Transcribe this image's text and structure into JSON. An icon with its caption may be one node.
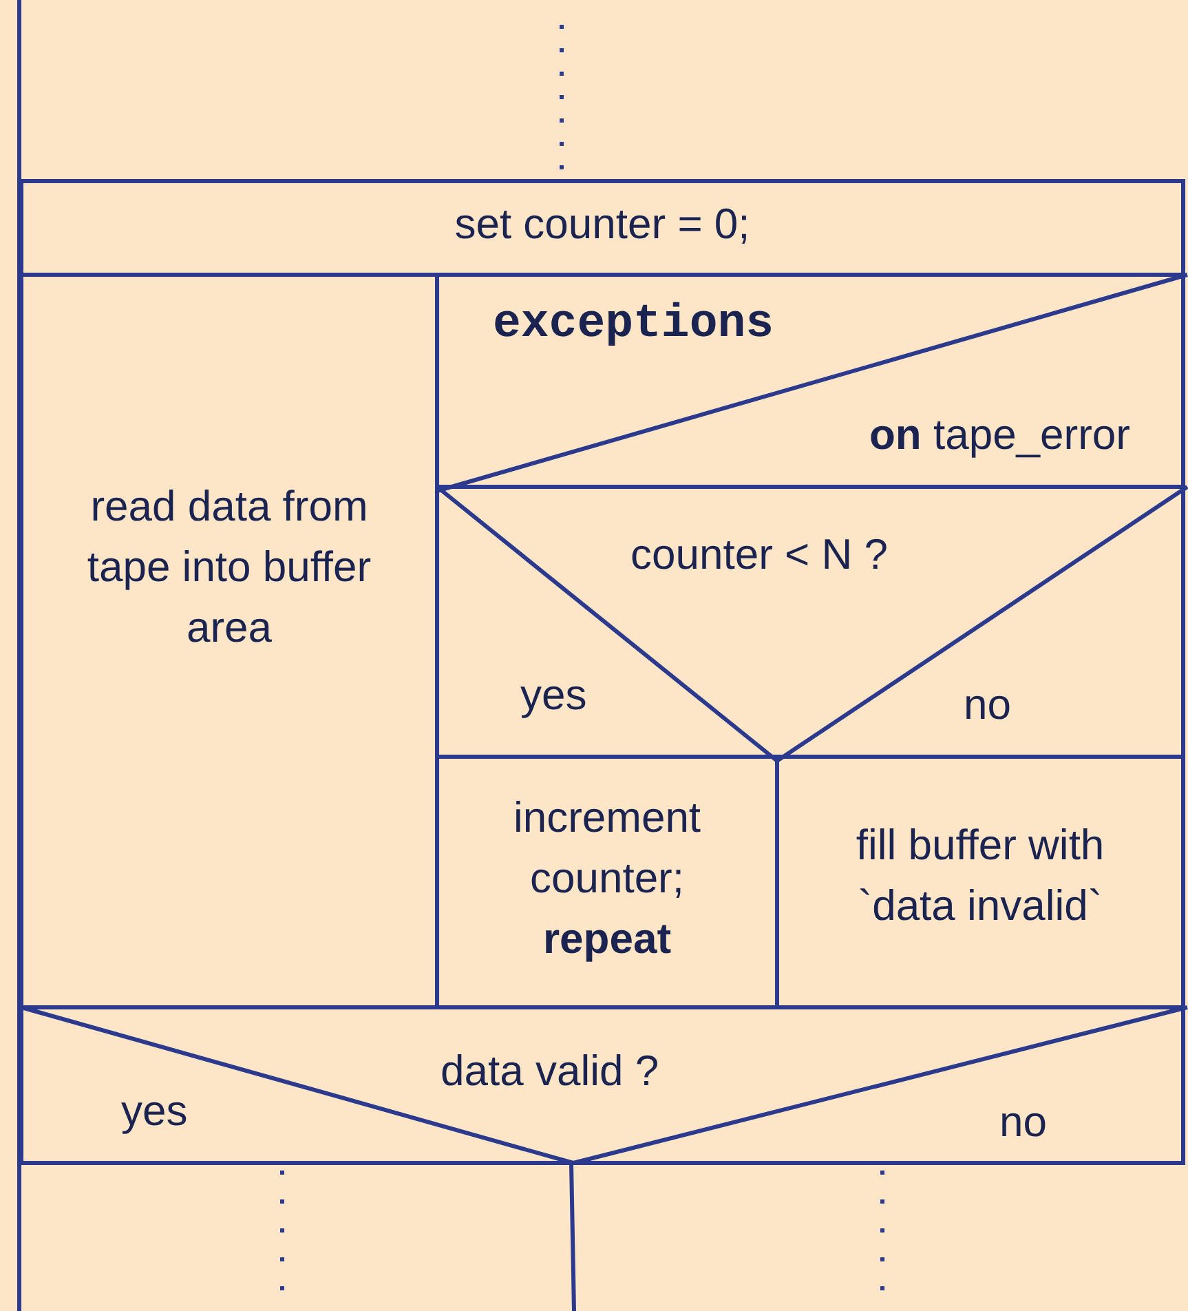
{
  "diagram": {
    "nodes": [
      {
        "text": [
          "set counter = 0;"
        ]
      },
      {
        "text": [
          "read data from tape into buffer area"
        ]
      },
      {
        "text": [
          "exceptions",
          "**on** tape_error"
        ]
      },
      {
        "text": [
          "counter < N ?",
          "yes",
          "no"
        ]
      },
      {
        "text": [
          "increment counter; **repeat**"
        ]
      },
      {
        "text": [
          "fill buffer with `data invalid`"
        ]
      },
      {
        "text": [
          "data valid ?",
          "yes",
          "no"
        ]
      }
    ]
  }
}
